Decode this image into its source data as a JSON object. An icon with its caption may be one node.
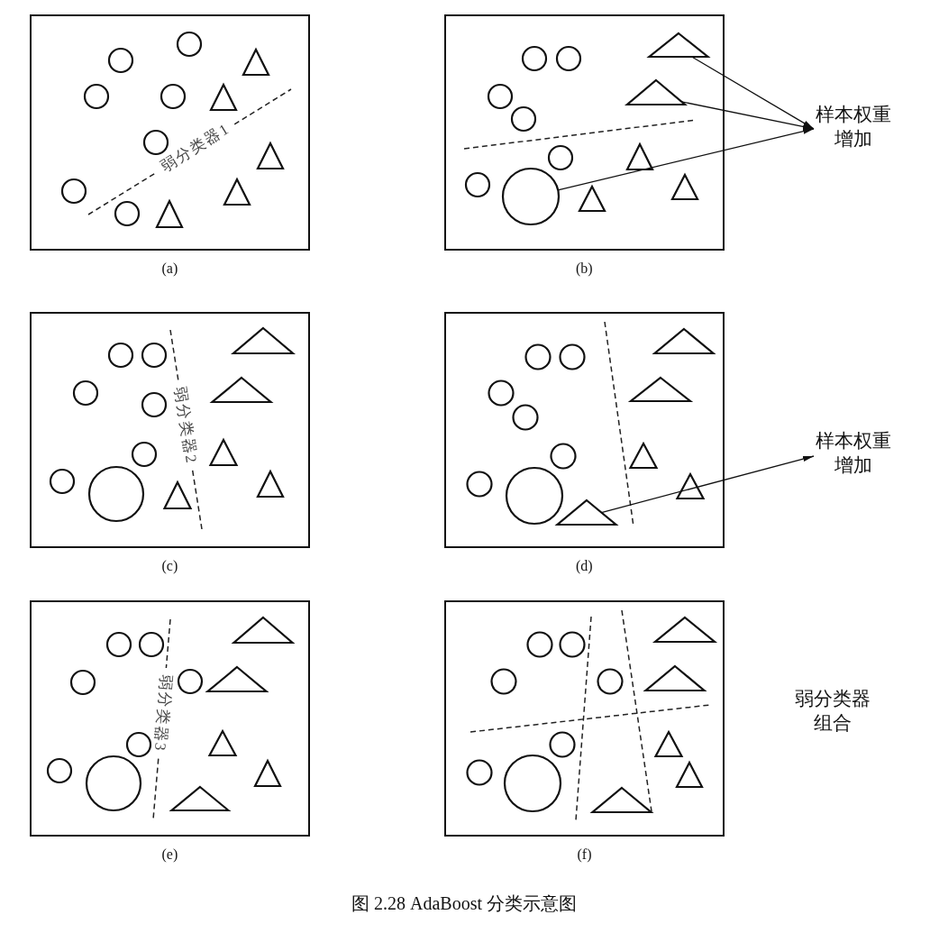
{
  "diagram": {
    "caption": "图 2.28 AdaBoost 分类示意图",
    "nodes": [
      {
        "text": [
          "弱分类器1"
        ],
        "beside": [
          "(a)"
        ]
      },
      {
        "text": [],
        "shape": "box",
        "beside": [
          "(b)"
        ]
      },
      {
        "text": [],
        "shape": "triangle",
        "in": 1
      },
      {
        "text": [],
        "shape": "triangle",
        "in": 1
      },
      {
        "text": [],
        "shape": "circle",
        "in": 1
      },
      {
        "text": [
          "样本权重增加"
        ]
      },
      {
        "text": [
          "弱分类器2"
        ],
        "beside": [
          "(c)"
        ]
      },
      {
        "text": [],
        "shape": "box",
        "beside": [
          "(d)"
        ]
      },
      {
        "text": [],
        "shape": "triangle",
        "in": 7
      },
      {
        "text": [],
        "shape": "triangle",
        "in": 7
      },
      {
        "text": [],
        "shape": "triangle",
        "in": 7
      },
      {
        "text": [
          "样本权重增加"
        ]
      },
      {
        "text": [
          "弱分类器3"
        ],
        "beside": [
          "(e)"
        ]
      },
      {
        "text": [],
        "shape": "box",
        "beside": [
          "(f)"
        ]
      }
    ],
    "edges": [
      {
        "from": 2,
        "to": 5,
        "arrow": "to"
      },
      {
        "from": 3,
        "to": 5,
        "arrow": "to"
      },
      {
        "from": 4,
        "to": 5,
        "arrow": "to"
      },
      {
        "from": 10,
        "to": 11,
        "arrow": "to"
      }
    ],
    "labels": [
      "弱分类器组合"
    ]
  }
}
